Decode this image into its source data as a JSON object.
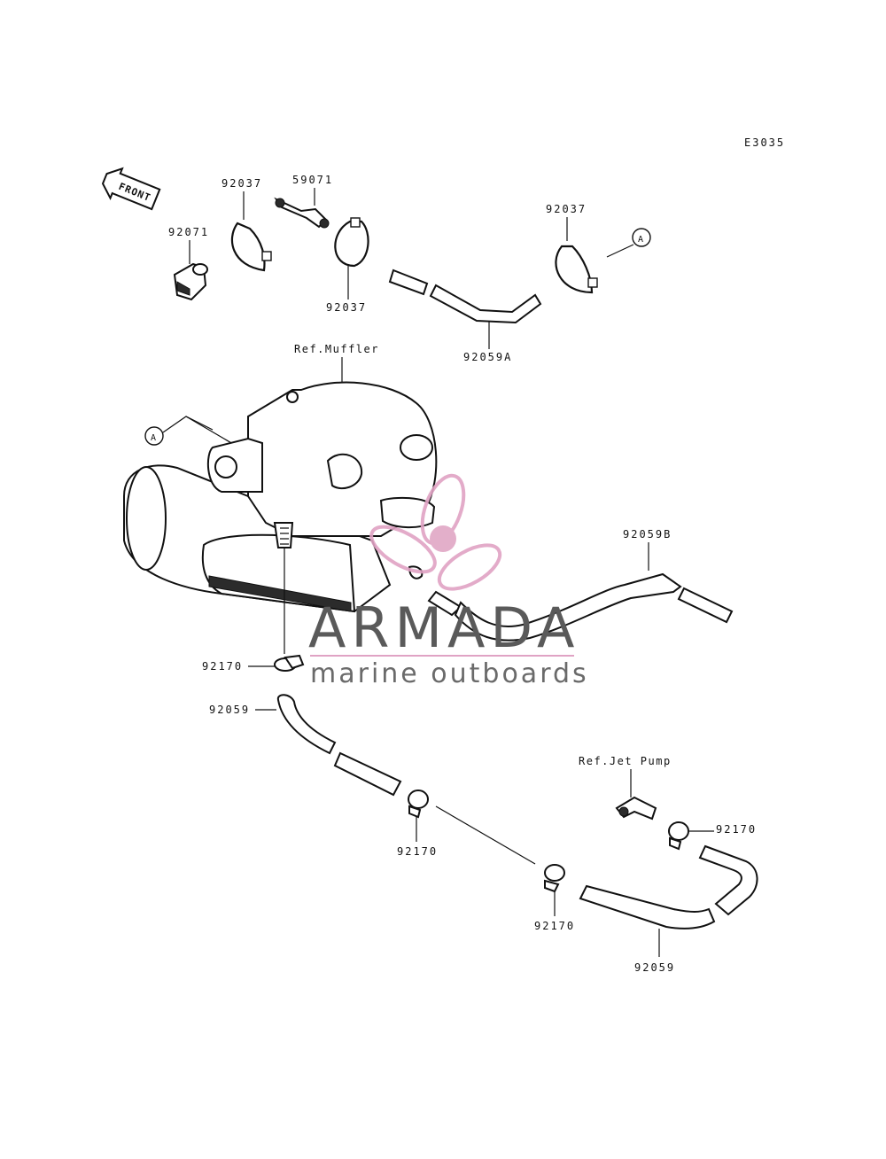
{
  "diagram_code": "E3035",
  "front_label": "FRONT",
  "callout_letter": "A",
  "callouts": {
    "clamp_top_left": "92037",
    "fitting_top": "59071",
    "clamp_top_mid": "92037",
    "clamp_top_right": "92037",
    "plug": "92071",
    "hose_a": "92059A",
    "hose_b": "92059B",
    "clamp_muffler": "92170",
    "hose_left": "92059",
    "clamp_mid": "92170",
    "clamp_lower_mid": "92170",
    "clamp_right": "92170",
    "hose_right": "92059"
  },
  "refs": {
    "muffler": "Ref.Muffler",
    "jet_pump": "Ref.Jet Pump"
  },
  "watermark": {
    "title": "ARMADA",
    "subtitle": "marine outboards",
    "logo_color": "#e0a3c4",
    "dot_color": "#e1a7c5"
  }
}
